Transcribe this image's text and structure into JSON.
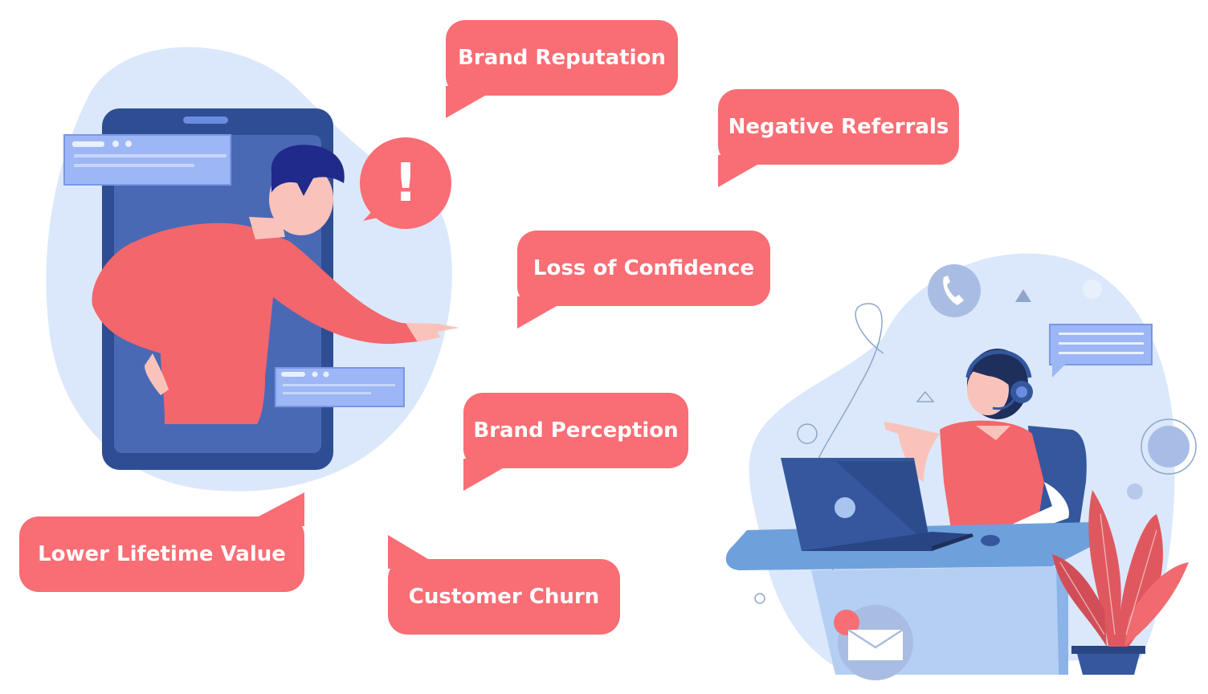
{
  "colors": {
    "bubble": "#f96d74",
    "blob": "#dbe8fb",
    "phone": "#2f4d92",
    "shirt": "#f3666b",
    "hair": "#1f2a8a",
    "skin": "#f9c3bb",
    "laptop": "#34579e",
    "desk": "#6ea0dc"
  },
  "icons": {
    "alert": "exclamation-icon",
    "phone": "phone-icon",
    "mail": "mail-icon",
    "chat": "chat-icon"
  },
  "bubbles": {
    "brand_reputation": "Brand Reputation",
    "negative_referrals": "Negative Referrals",
    "loss_of_confidence": "Loss of Confidence",
    "brand_perception": "Brand Perception",
    "lower_lifetime_value": "Lower Lifetime Value",
    "customer_churn": "Customer Churn"
  },
  "alert_symbol": "!"
}
